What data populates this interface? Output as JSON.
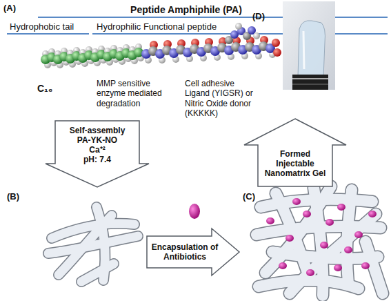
{
  "diagram": {
    "title": "Peptide Amphiphile (PA)",
    "nodes": [
      {
        "text": [
          "Self-assembly",
          "PA-YK-NO",
          "Ca⁺²",
          "pH: 7.4"
        ]
      },
      {
        "text": [
          "Encapsulation of Antibiotics"
        ]
      },
      {
        "text": [
          "Formed Injectable Nanomatrix Gel"
        ]
      }
    ],
    "labels": [
      "(A)",
      "Hydrophobic tail",
      "Hydrophilic Functional peptide",
      "(D)",
      "C₁₆",
      "MMP sensitive enzyme mediated degradation",
      "Cell adhesive Ligand (YIGSR) or Nitric Oxide donor (KKKKK)",
      "(B)",
      "(C)"
    ]
  }
}
